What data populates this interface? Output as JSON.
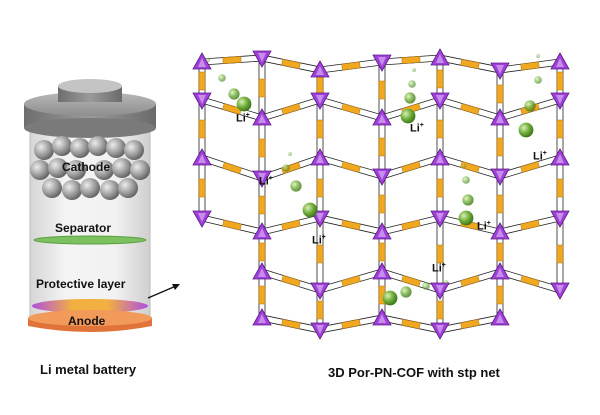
{
  "battery": {
    "labels": {
      "cathode": "Cathode",
      "separator": "Separator",
      "protective_layer": "Protective layer",
      "anode": "Anode"
    },
    "caption": "Li metal battery"
  },
  "cof": {
    "caption": "3D Por-PN-COF with stp net",
    "ion_labels": [
      "Li",
      "Li",
      "Li",
      "Li",
      "Li",
      "Li",
      "Li"
    ],
    "ion_charge": "+"
  },
  "colors": {
    "node_purple": "#a040d8",
    "node_light": "#cfa0f0",
    "linker_orange": "#f0a820",
    "li_green": "#5a9a2a",
    "cap_gray": "#8a8a8a",
    "separator_green": "#7cc060",
    "anode_orange": "#f08a4a"
  }
}
